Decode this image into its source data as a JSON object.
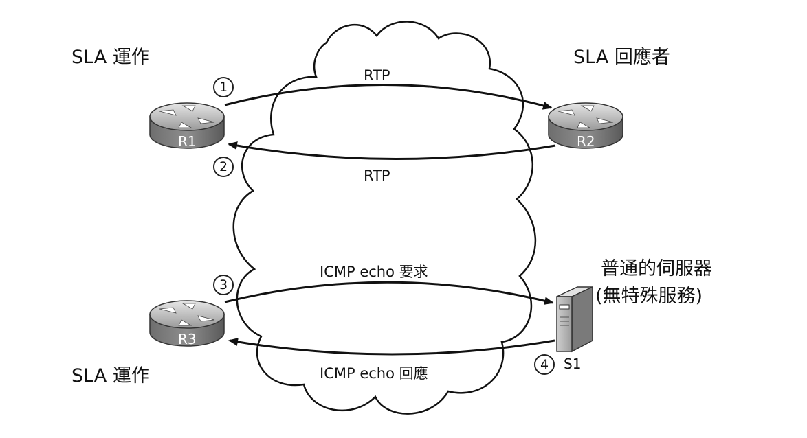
{
  "labels": {
    "sla_operation_top": "SLA 運作",
    "sla_operation_bottom": "SLA 運作",
    "sla_responder": "SLA 回應者",
    "server_title_line1": "普通的伺服器",
    "server_title_line2": "(無特殊服務)"
  },
  "devices": {
    "r1": "R1",
    "r2": "R2",
    "r3": "R3",
    "s1": "S1"
  },
  "flows": {
    "rtp_top": "RTP",
    "rtp_bottom": "RTP",
    "icmp_request": "ICMP echo 要求",
    "icmp_reply": "ICMP echo 回應"
  },
  "steps": [
    "1",
    "2",
    "3",
    "4"
  ],
  "colors": {
    "router_dark": "#555555",
    "router_mid": "#8a8a8a",
    "router_light": "#d0d0d0",
    "line": "#111111"
  }
}
